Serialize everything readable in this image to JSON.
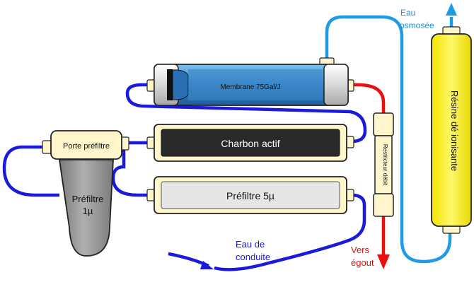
{
  "labels": {
    "membrane": "Membrane 75Gal/J",
    "carbon": "Charbon actif",
    "prefilter5": "Préfiltre 5µ",
    "prefilter1_line1": "Préfiltre",
    "prefilter1_line2": "1µ",
    "housing": "Porte préfiltre",
    "restrictor": "Restricteur débit",
    "resin": "Résine dé ionisante",
    "osmosis_line1": "Eau",
    "osmosis_line2": "osmosée",
    "inlet_line1": "Eau de",
    "inlet_line2": "conduite",
    "drain_line1": "Vers",
    "drain_line2": "égout"
  },
  "colors": {
    "feed_pipe": "#1a1adb",
    "product_pipe": "#1e9be6",
    "drain_pipe": "#ea1010",
    "label_blue": "#1a1ad0",
    "label_cyan": "#1e90d8",
    "label_red": "#e01010",
    "membrane_fill": "#3a86c8",
    "carbon_fill": "#2a2a2a",
    "prefilter_fill": "#e6e6e6",
    "resin_fill": "#fff200",
    "fitting_fill": "#fff6cc",
    "housing_fill": "#9a9a9a"
  }
}
